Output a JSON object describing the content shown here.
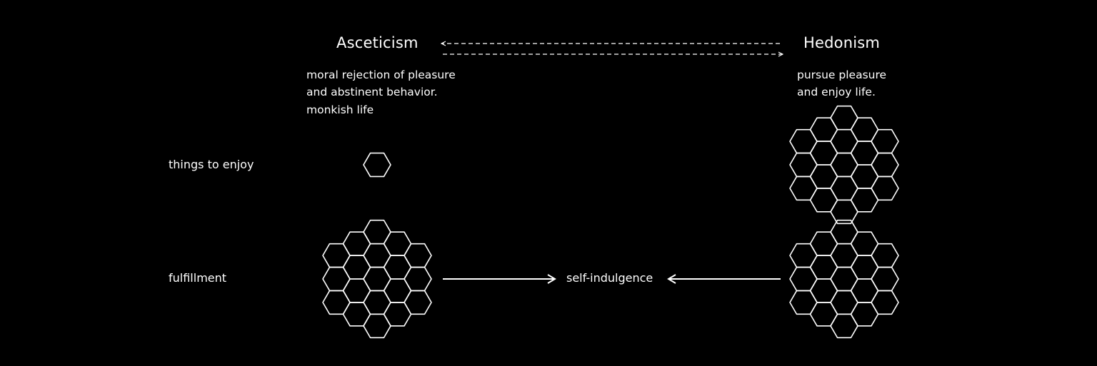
{
  "colors": {
    "background": "#000000",
    "foreground": "#ffffff"
  },
  "left": {
    "title": "Asceticism",
    "description": [
      "moral rejection of pleasure",
      "and abstinent behavior.",
      "monkish life"
    ]
  },
  "right": {
    "title": "Hedonism",
    "description": [
      "pursue pleasure",
      "and enjoy life."
    ]
  },
  "rows": {
    "things_to_enjoy": "things to enjoy",
    "fulfillment": "fulfillment"
  },
  "center_label": "self-indulgence",
  "hex_clusters": {
    "asceticism_things_to_enjoy": 1,
    "asceticism_fulfillment": 19,
    "hedonism_things_to_enjoy": 19,
    "hedonism_fulfillment": 19
  }
}
